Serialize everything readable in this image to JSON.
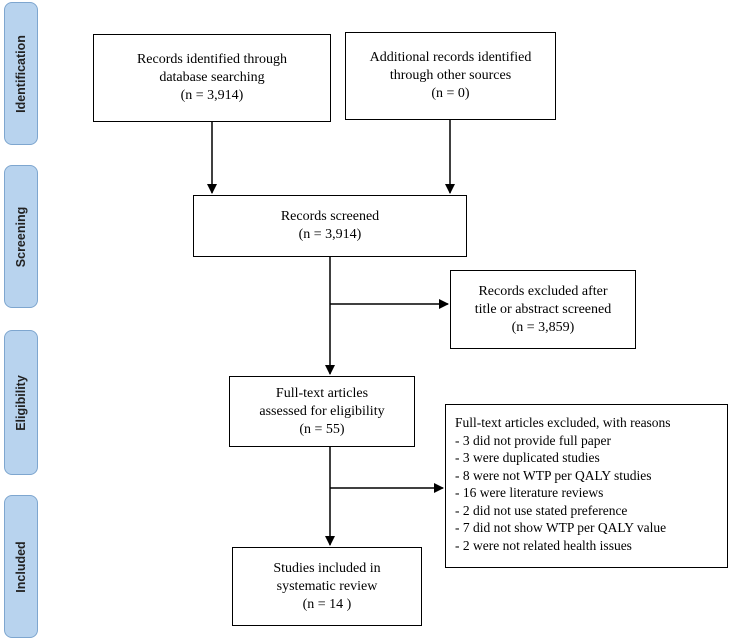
{
  "stages": {
    "identification": "Identification",
    "screening": "Screening",
    "eligibility": "Eligibility",
    "included": "Included"
  },
  "boxes": {
    "database": [
      "Records identified through",
      "database searching",
      "(n = 3,914)"
    ],
    "other_sources": [
      "Additional records identified",
      "through other sources",
      "(n =  0)"
    ],
    "screened": [
      "Records screened",
      "(n = 3,914)"
    ],
    "excluded_screening": [
      "Records excluded after",
      "title or abstract screened",
      "(n = 3,859)"
    ],
    "fulltext": [
      "Full-text articles",
      "assessed for eligibility",
      "(n = 55)"
    ],
    "excluded_fulltext": [
      "Full-text articles excluded, with reasons",
      "- 3 did not provide full paper",
      "- 3 were duplicated studies",
      "- 8 were not WTP per QALY studies",
      "- 16 were literature reviews",
      "- 2 did not use stated preference",
      "- 7 did not show WTP per QALY value",
      "- 2 were not related health issues"
    ],
    "included": [
      "Studies included in",
      "systematic review",
      "(n = 14 )"
    ]
  }
}
